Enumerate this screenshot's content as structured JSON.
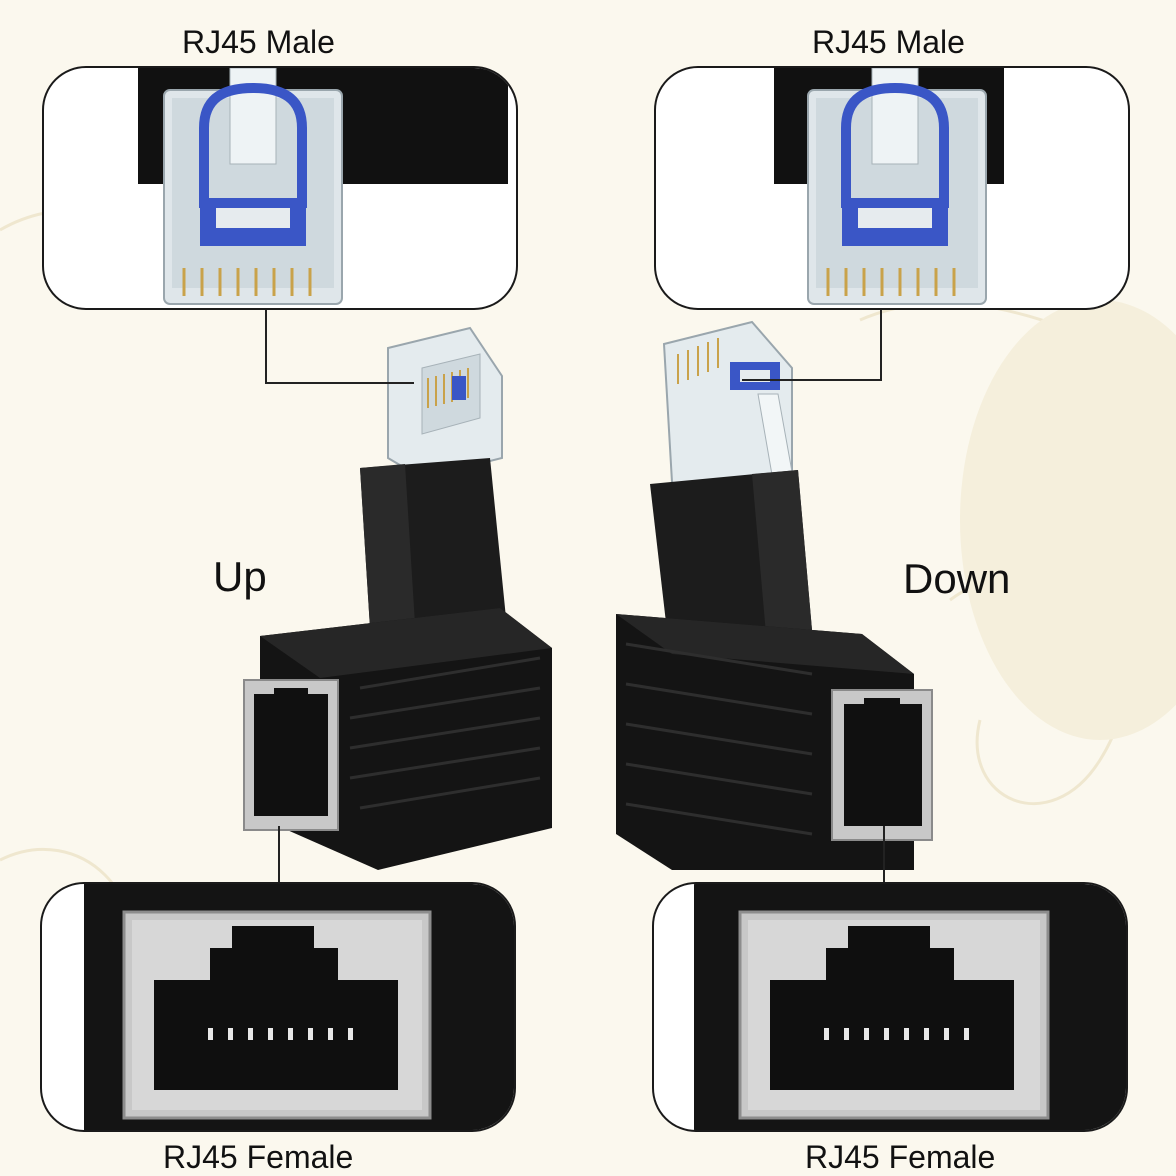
{
  "labels": {
    "male_left": "RJ45 Male",
    "male_right": "RJ45 Male",
    "female_left": "RJ45 Female",
    "female_right": "RJ45 Female",
    "direction_up": "Up",
    "direction_down": "Down"
  },
  "colors": {
    "background": "#fbf8ee",
    "body_black": "#141414",
    "plug_clear": "#dfe6ea",
    "wire_blue": "#3a56c6",
    "contact_gold": "#c9a24a",
    "jack_silver": "#c8c8c8"
  }
}
